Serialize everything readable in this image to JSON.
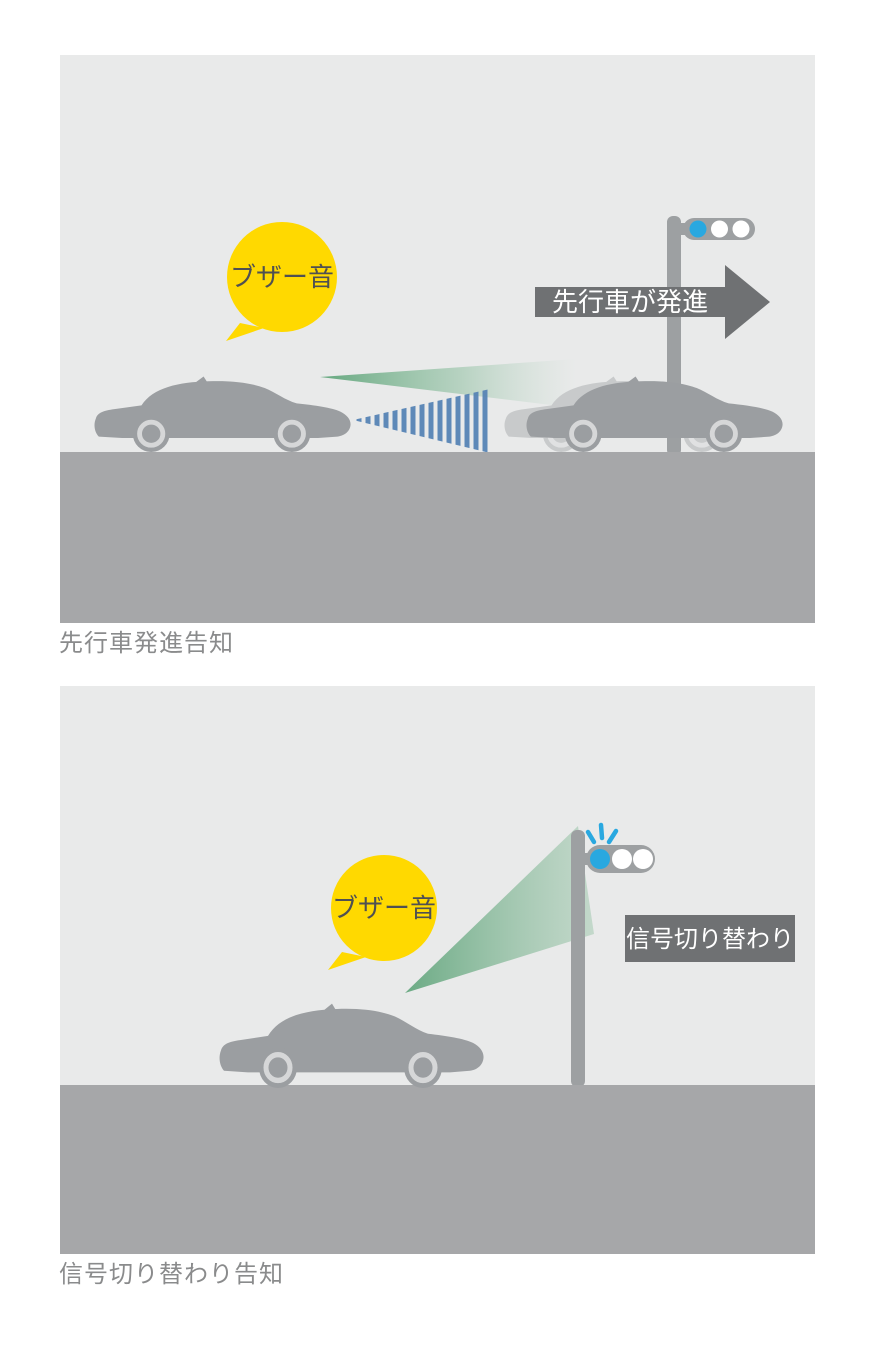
{
  "figure1": {
    "caption": "先行車発進告知",
    "bubble_label": "ブザー音",
    "arrow_label": "先行車が発進",
    "traffic_light": {
      "lit_color": "blue",
      "lights": [
        "lit",
        "off",
        "off"
      ]
    }
  },
  "figure2": {
    "caption": "信号切り替わり告知",
    "bubble_label": "ブザー音",
    "sign_label": "信号切り替わり",
    "traffic_light": {
      "lit_color": "blue",
      "blinking": true,
      "lights": [
        "lit",
        "off",
        "off"
      ]
    }
  },
  "colors": {
    "panel_background": "#e9eaea",
    "ground": "#a6a7a9",
    "car_body": "#9b9ea1",
    "faded_car_body": "#c8cacb",
    "pole_and_signal_housing": "#9da0a2",
    "signal_lit_blue": "#29a8e0",
    "bubble_yellow": "#ffd900",
    "bubble_text": "#4f5052",
    "banner_gray": "#6f7173",
    "banner_text": "#ffffff",
    "beam_green": "#4e9c6c",
    "radar_stripe_blue": "#5784b5",
    "caption_text": "#8a8b8c"
  }
}
